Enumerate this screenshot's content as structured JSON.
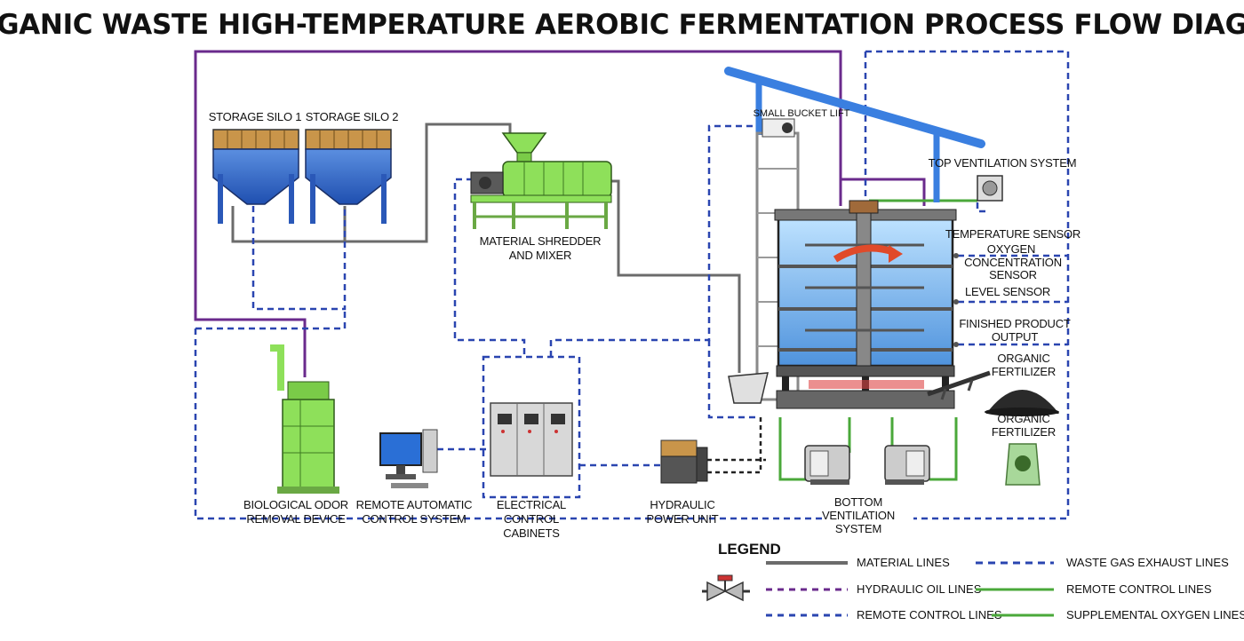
{
  "title": "ORGANIC WASTE HIGH-TEMPERATURE AEROBIC FERMENTATION PROCESS FLOW DIAGRAM",
  "components": {
    "silo1": "STORAGE SILO 1",
    "silo2": "STORAGE SILO 2",
    "shredder": [
      "MATERIAL SHREDDER",
      "AND MIXER"
    ],
    "odor": [
      "BIOLOGICAL ODOR",
      "REMOVAL DEVICE"
    ],
    "remote": [
      "REMOTE AUTOMATIC",
      "CONTROL SYSTEM"
    ],
    "cabinets": [
      "ELECTRICAL",
      "CONTROL",
      "CABINETS"
    ],
    "hydraulic": [
      "HYDRAULIC",
      "POWER UNIT"
    ],
    "bottom_vent": [
      "BOTTOM",
      "VENTILATION",
      "SYSTEM"
    ],
    "bucket_lift": "SMALL BUCKET LIFT",
    "top_vent": "TOP VENTILATION SYSTEM",
    "temp_sensor": "TEMPERATURE SENSOR",
    "oxygen_sensor": [
      "OXYGEN",
      "CONCENTRATION",
      "SENSOR"
    ],
    "level_sensor": "LEVEL SENSOR",
    "finished_output": [
      "FINISHED PRODUCT",
      "OUTPUT"
    ],
    "organic_fert_1": [
      "ORGANIC",
      "FERTILIZER"
    ],
    "organic_fert_2": [
      "ORGANIC",
      "FERTILIZER"
    ]
  },
  "legend": {
    "title": "LEGEND",
    "items": [
      {
        "label": "MATERIAL LINES",
        "style": "material"
      },
      {
        "label": "WASTE GAS EXHAUST LINES",
        "style": "gas"
      },
      {
        "label": "HYDRAULIC OIL LINES",
        "style": "hydraulic"
      },
      {
        "label": "REMOTE CONTROL LINES",
        "style": "oxygen"
      },
      {
        "label": "REMOTE CONTROL LINES",
        "style": "remote"
      },
      {
        "label": "SUPPLEMENTAL OXYGEN LINES",
        "style": "oxygen"
      }
    ]
  },
  "colors": {
    "material": "#6b6b6b",
    "hydraulic": "#6a2a8c",
    "gas": "#2a45b0",
    "oxygen": "#4aa83a",
    "equipment_green": "#8ee05a",
    "silo_blue": "#2f66c8",
    "silo_top": "#c9954a",
    "vent_pipe": "#3a7fe0"
  }
}
